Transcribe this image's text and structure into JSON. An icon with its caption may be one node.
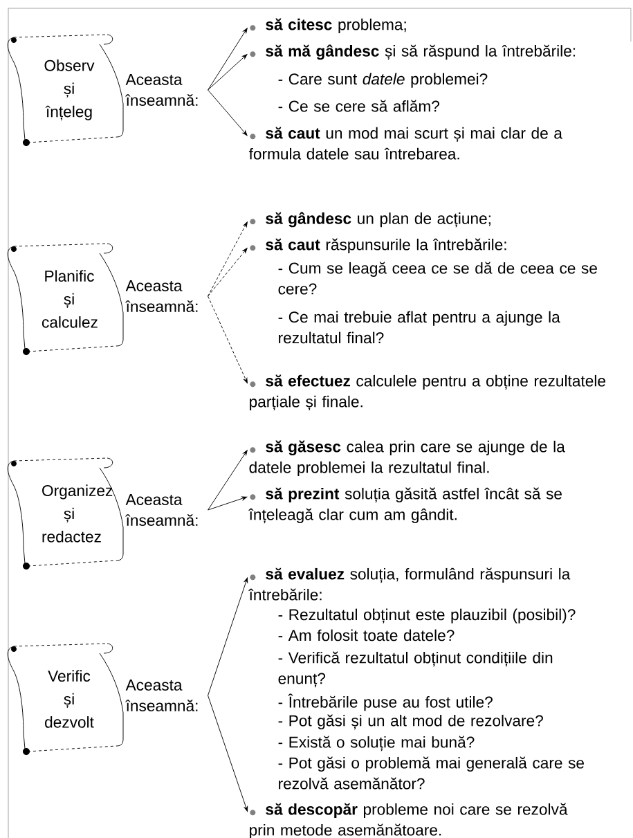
{
  "diagram": {
    "nodes": [
      {
        "text": [
          "Observ și înțeleg"
        ]
      },
      {
        "text": [
          "Aceasta înseamnă:"
        ]
      },
      {
        "text": [
          "**să citesc** problema;"
        ]
      },
      {
        "text": [
          "**să mă gândesc** și să răspund la întrebările:"
        ]
      },
      {
        "text": [
          "**să caut** un mod mai scurt și mai clar de a formula datele sau întrebarea."
        ]
      },
      {
        "text": [
          "Planific și calculez"
        ]
      },
      {
        "text": [
          "Aceasta înseamnă:"
        ]
      },
      {
        "text": [
          "**să gândesc** un plan de acțiune;"
        ]
      },
      {
        "text": [
          "**să caut** răspunsurile la întrebările:"
        ]
      },
      {
        "text": [
          "**să efectuez** calculele pentru a obține rezultatele parțiale și finale."
        ]
      },
      {
        "text": [
          "Organizez și redactez"
        ]
      },
      {
        "text": [
          "Aceasta înseamnă:"
        ]
      },
      {
        "text": [
          "**să găsesc** calea prin care se ajunge de la datele problemei la rezultatul final."
        ]
      },
      {
        "text": [
          "**să prezint** soluția găsită astfel încât să se înțeleagă clar cum am gândit."
        ]
      },
      {
        "text": [
          "Verific și dezvolt"
        ]
      },
      {
        "text": [
          "Aceasta înseamnă:"
        ]
      },
      {
        "text": [
          "**să evaluez** soluția, formulând răspunsuri la întrebările:"
        ]
      },
      {
        "text": [
          "**să descopăr** probleme noi care se rezolvă prin metode asemănătoare."
        ]
      }
    ],
    "edges": [
      {
        "from": 1,
        "to": 2,
        "arrow": "to"
      },
      {
        "from": 1,
        "to": 3,
        "arrow": "to"
      },
      {
        "from": 1,
        "to": 4,
        "arrow": "to"
      },
      {
        "from": 6,
        "to": 7,
        "arrow": "to",
        "style": "dashed"
      },
      {
        "from": 6,
        "to": 8,
        "arrow": "to",
        "style": "dashed"
      },
      {
        "from": 6,
        "to": 9,
        "arrow": "to",
        "style": "dashed"
      },
      {
        "from": 11,
        "to": 12,
        "arrow": "to"
      },
      {
        "from": 11,
        "to": 13,
        "arrow": "to"
      },
      {
        "from": 15,
        "to": 16,
        "arrow": "to"
      },
      {
        "from": 15,
        "to": 17,
        "arrow": "to"
      }
    ],
    "labels": [
      "- Care sunt *datele* problemei?",
      "- Ce se cere să aflăm?",
      "- Cum se leagă ceea ce se dă de ceea ce se cere?",
      "- Ce mai trebuie aflat pentru a ajunge la rezultatul final?",
      "- Rezultatul obținut este plauzibil (posibil)?",
      "- Am folosit toate datele?",
      "- Verifică rezultatul obținut condițiile din enunț?",
      "- Întrebările puse au fost utile?",
      "- Pot găsi și un alt mod de rezolvare?",
      "- Există o soluție mai bună?",
      "- Pot găsi o problemă mai generală care se rezolvă asemănător?"
    ]
  }
}
